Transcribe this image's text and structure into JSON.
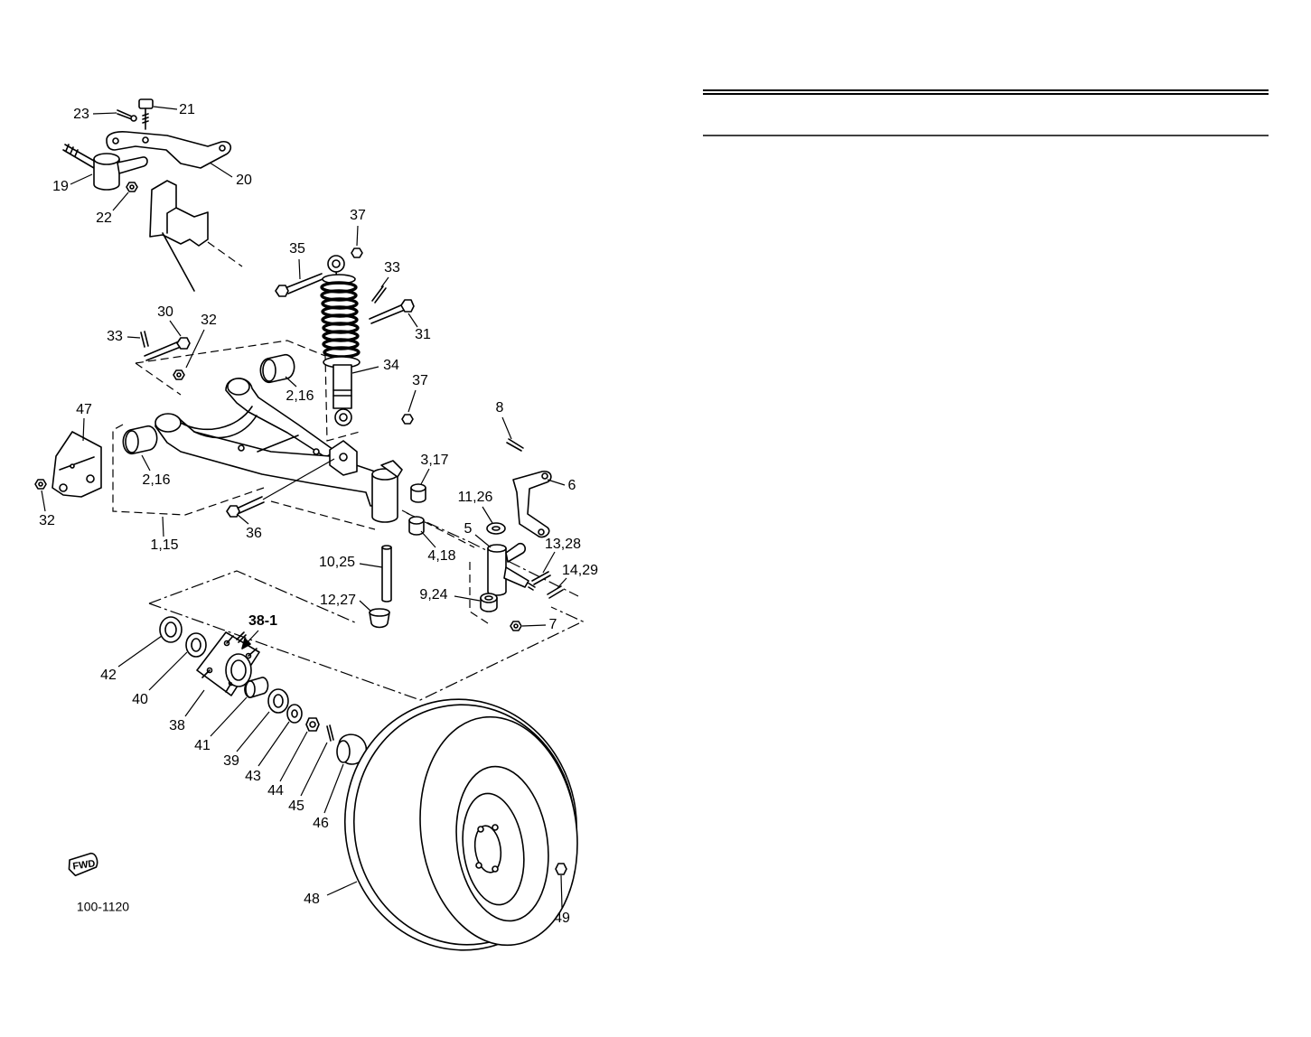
{
  "callouts": [
    {
      "label": "23"
    },
    {
      "label": "21"
    },
    {
      "label": "20"
    },
    {
      "label": "19"
    },
    {
      "label": "22"
    },
    {
      "label": "37"
    },
    {
      "label": "35"
    },
    {
      "label": "33"
    },
    {
      "label": "30"
    },
    {
      "label": "32"
    },
    {
      "label": "33"
    },
    {
      "label": "31"
    },
    {
      "label": "34"
    },
    {
      "label": "37"
    },
    {
      "label": "2,16"
    },
    {
      "label": "47"
    },
    {
      "label": "8"
    },
    {
      "label": "3,17"
    },
    {
      "label": "2,16"
    },
    {
      "label": "6"
    },
    {
      "label": "11,26"
    },
    {
      "label": "32"
    },
    {
      "label": "36"
    },
    {
      "label": "5"
    },
    {
      "label": "1,15"
    },
    {
      "label": "4,18"
    },
    {
      "label": "13,28"
    },
    {
      "label": "14,29"
    },
    {
      "label": "10,25"
    },
    {
      "label": "9,24"
    },
    {
      "label": "12,27"
    },
    {
      "label": "38-1"
    },
    {
      "label": "7"
    },
    {
      "label": "42"
    },
    {
      "label": "40"
    },
    {
      "label": "38"
    },
    {
      "label": "41"
    },
    {
      "label": "39"
    },
    {
      "label": "43"
    },
    {
      "label": "44"
    },
    {
      "label": "45"
    },
    {
      "label": "46"
    },
    {
      "label": "48"
    },
    {
      "label": "49"
    }
  ],
  "figure_code": "100-1120",
  "direction_badge": "FWD",
  "icons": {
    "direction_badge": "forward-arrow-icon"
  }
}
